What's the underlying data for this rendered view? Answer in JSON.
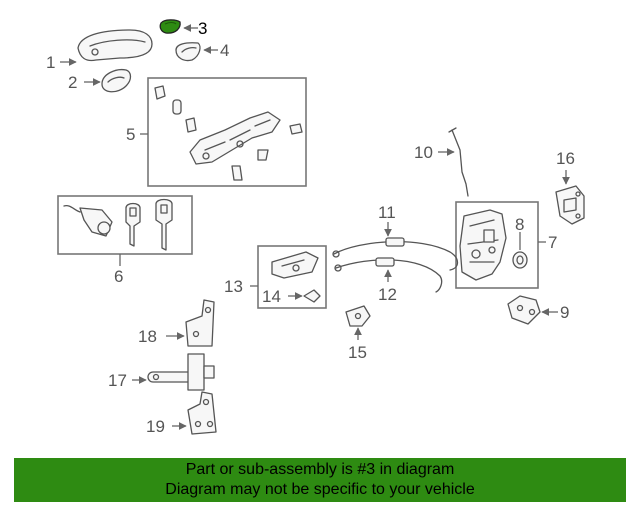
{
  "diagram": {
    "highlight_color": "#2e8b12",
    "callouts": {
      "c1": "1",
      "c2": "2",
      "c3": "3",
      "c4": "4",
      "c5": "5",
      "c6": "6",
      "c7": "7",
      "c8": "8",
      "c9": "9",
      "c10": "10",
      "c11": "11",
      "c12": "12",
      "c13": "13",
      "c14": "14",
      "c15": "15",
      "c16": "16",
      "c17": "17",
      "c18": "18",
      "c19": "19"
    }
  },
  "banner": {
    "line1": "Part or sub-assembly is #3 in diagram",
    "line2": "Diagram may not be specific to your vehicle",
    "background_color": "#2e8b12"
  }
}
